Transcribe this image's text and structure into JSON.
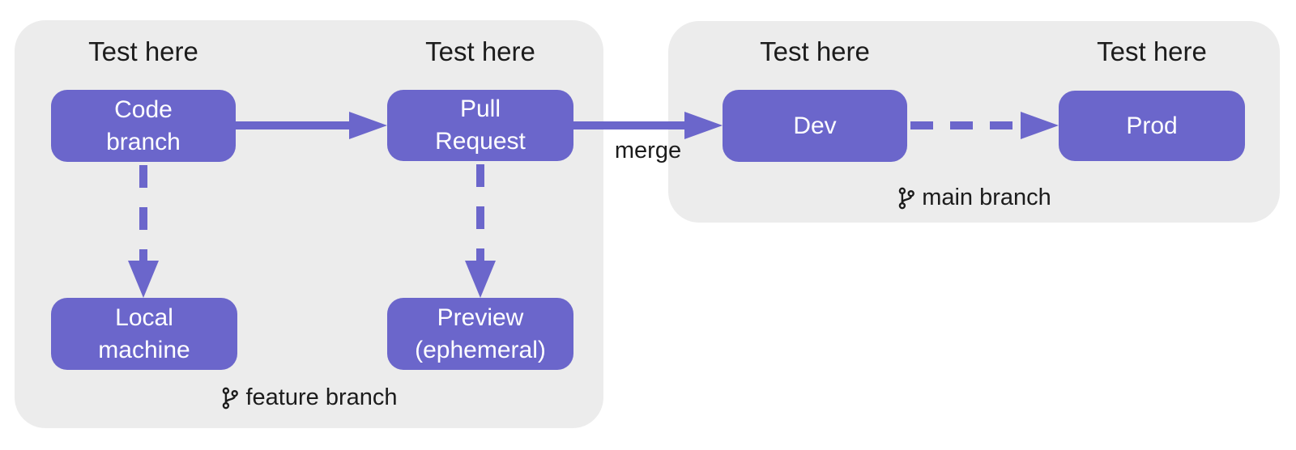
{
  "colors": {
    "accent": "#6b66cb",
    "panel_bg": "#ececec",
    "text": "#1c1c1c",
    "node_text": "#ffffff"
  },
  "icons": {
    "git_branch": "git-branch-icon"
  },
  "panels": {
    "feature": {
      "branch_label": "feature branch",
      "test_labels": [
        "Test here",
        "Test here"
      ],
      "nodes": {
        "code_branch": "Code\nbranch",
        "pull_request": "Pull\nRequest",
        "local_machine": "Local\nmachine",
        "preview": "Preview\n(ephemeral)"
      }
    },
    "main": {
      "branch_label": "main branch",
      "test_labels": [
        "Test here",
        "Test here"
      ],
      "nodes": {
        "dev": "Dev",
        "prod": "Prod"
      }
    }
  },
  "edges": {
    "merge_label": "merge"
  }
}
